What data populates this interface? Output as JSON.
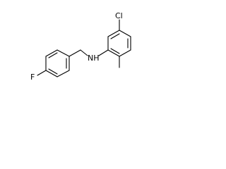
{
  "molecule": {
    "atoms": {
      "chlorine": "Cl",
      "amine": "NH",
      "fluorine": "F"
    }
  }
}
